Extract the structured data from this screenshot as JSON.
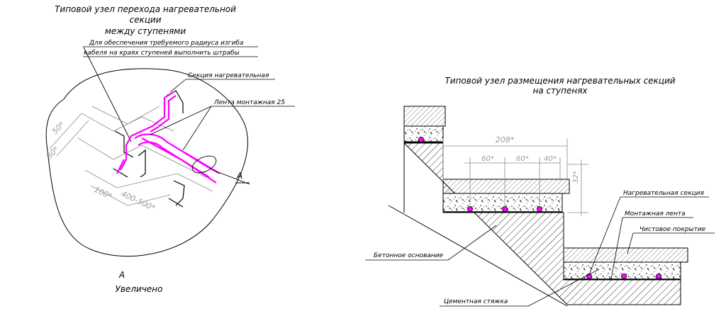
{
  "left_detail": {
    "title_line1": "Типовой узел перехода нагревательной",
    "title_line2": "секции",
    "title_line3": "между ступенями",
    "note_line1": "Для обеспечения требуемого радиуса изгиба",
    "note_line2": "кабеля на краях ступеней выполнить штрабы",
    "label_section": "Секция нагревательная",
    "label_tape": "Лента монтажная 25",
    "label_view": "А",
    "dim_50": "50*",
    "dim_30": "30*",
    "dim_100": "100*",
    "dim_400_500": "400-500*",
    "bottom_letter": "А",
    "bottom_caption": "Увеличено"
  },
  "right_detail": {
    "title_line1": "Типовой узел размещения нагревательных секций",
    "title_line2": "на ступенях",
    "dim_208": "208*",
    "dim_60a": "60*",
    "dim_60b": "60*",
    "dim_40": "40*",
    "dim_32": "32*",
    "label_heating_section": "Нагревательная секция",
    "label_mounting_tape": "Монтажная лента",
    "label_finish": "Чистовое покрытие",
    "label_concrete_base": "Бетонное основание",
    "label_cement_screed": "Цементная стяжка"
  },
  "colors": {
    "cable": "#ff00ff",
    "line": "#000000",
    "dimension": "#9a9a9a"
  }
}
